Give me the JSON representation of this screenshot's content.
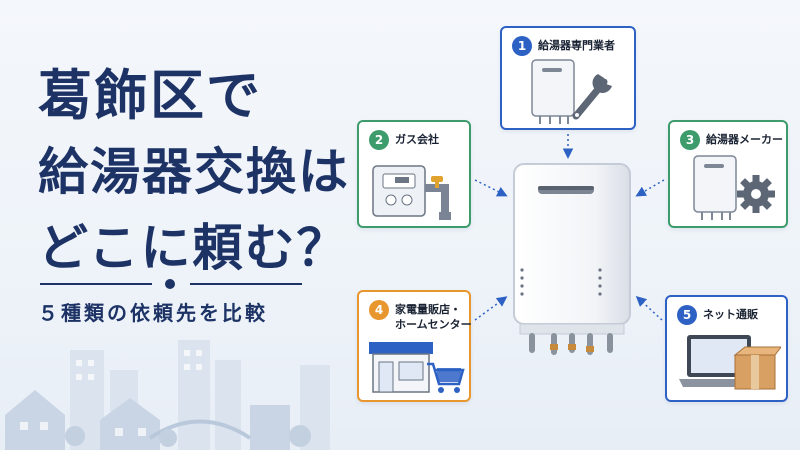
{
  "title": {
    "line1": "葛飾区で",
    "line2": "給湯器交換は",
    "line3": "どこに頼む？"
  },
  "subtitle": "５種類の依頼先を比較",
  "colors": {
    "navy": "#1d3366",
    "blue": "#2d62c4",
    "green": "#3e9c6c",
    "orange": "#e8962e",
    "background": "#f4f7fb"
  },
  "options": [
    {
      "number": "1",
      "label": "給湯器専門業者",
      "icon": "water-heater-wrench-icon",
      "color": "#2d62c4"
    },
    {
      "number": "2",
      "label": "ガス会社",
      "icon": "gas-meter-icon",
      "color": "#3e9c6c"
    },
    {
      "number": "3",
      "label": "給湯器メーカー",
      "icon": "water-heater-gear-icon",
      "color": "#3e9c6c"
    },
    {
      "number": "4",
      "label_line1": "家電量販店・",
      "label_line2": "ホームセンター",
      "icon": "store-cart-icon",
      "color": "#e8962e"
    },
    {
      "number": "5",
      "label": "ネット通販",
      "icon": "laptop-package-icon",
      "color": "#2d62c4"
    }
  ],
  "center_icon": "water-heater-icon",
  "background_icon": "city-skyline-icon"
}
